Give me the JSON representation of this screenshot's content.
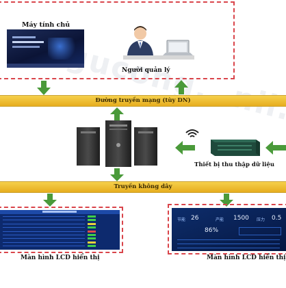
{
  "labels": {
    "host_computer": "Máy tính chủ",
    "manager": "Người quản lý",
    "network_line": "Đường truyền mạng (tùy DN)",
    "data_collector": "Thiết bị thu thập dữ liệu",
    "wireless": "Truyền không dây",
    "lcd_left": "Màn hình LCD hiển thị",
    "lcd_right": "Màn hình LCD hiển thị"
  },
  "watermark": "ngucong...nii.c",
  "lcd_right_screen": {
    "values": [
      "26",
      "1500",
      "0.5"
    ],
    "percent": "86%",
    "unit_labels": [
      "节能",
      "产能",
      "压力"
    ]
  },
  "colors": {
    "dash_border": "#d9444a",
    "bar": "#f2c43a",
    "arrow": "#4a9a3a"
  }
}
